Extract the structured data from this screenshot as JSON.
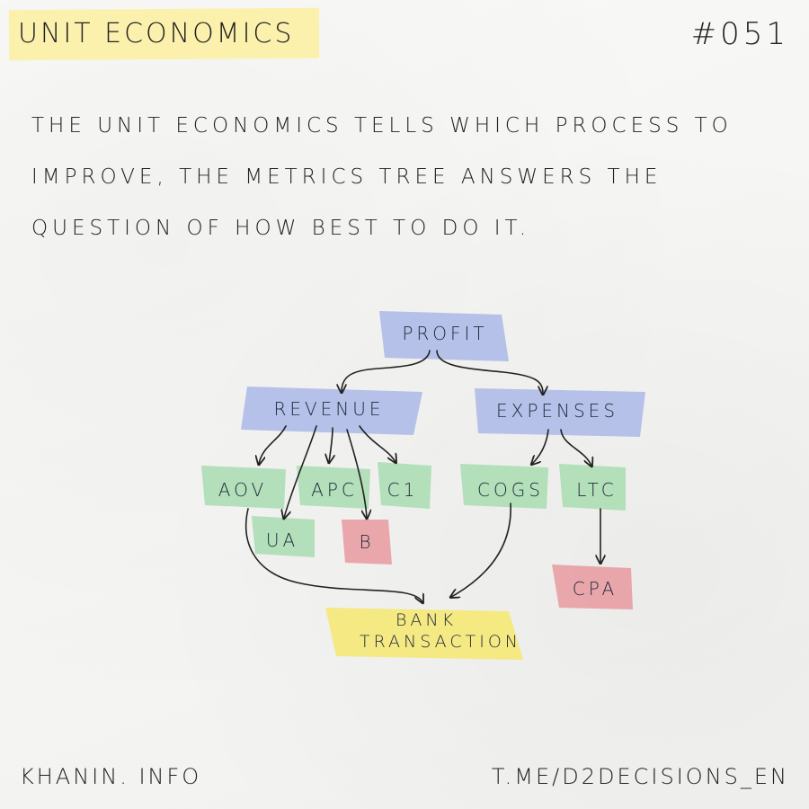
{
  "header": {
    "title": "UNIT ECONOMICS",
    "issue": "#051"
  },
  "intro": {
    "lines": [
      "THE UNIT ECONOMICS TELLS WHICH PROCESS TO",
      "IMPROVE, THE METRICS TREE ANSWERS THE",
      "QUESTION OF HOW BEST TO DO IT."
    ]
  },
  "tree": {
    "nodes": {
      "profit": "PROFIT",
      "revenue": "REVENUE",
      "expenses": "EXPENSES",
      "aov": "AOV",
      "apc": "APC",
      "c1": "C1",
      "ua": "UA",
      "b": "B",
      "cogs": "COGS",
      "ltc": "LTC",
      "cpa": "CPA",
      "bank_line1": "BANK",
      "bank_line2": "TRANSACTION"
    },
    "colors": {
      "blue": "#aab8e6",
      "green": "#a8dcb0",
      "red": "#e89aa0",
      "yellow": "#f6e870",
      "ink": "#222222"
    }
  },
  "footer": {
    "left": "KHANIN. INFO",
    "right": "T.ME/D2DECISIONS_EN"
  }
}
